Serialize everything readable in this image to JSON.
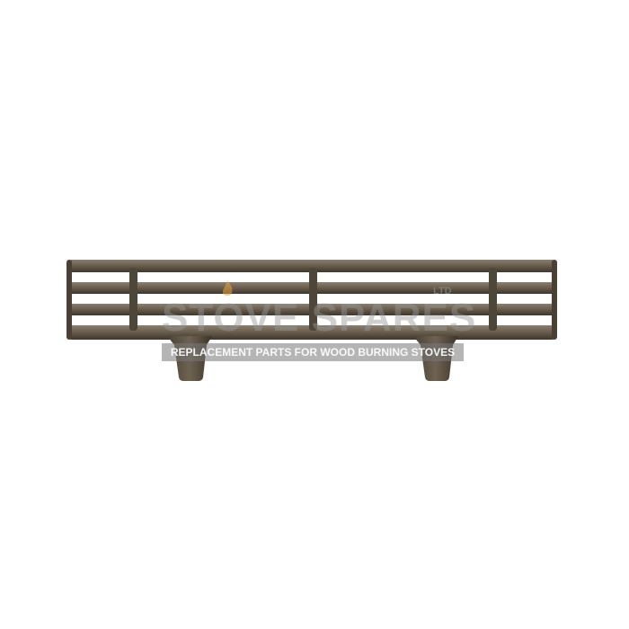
{
  "photo": {
    "subject": "cast-iron-fire-grate",
    "background_color": "#ffffff",
    "metal_color": "#5a5043",
    "metal_highlight": "#8a7f70"
  },
  "watermark": {
    "brand": "STOVE SPARES",
    "ltd": "LTD",
    "tagline": "REPLACEMENT PARTS FOR WOOD BURNING STOVES",
    "accent_color": "#e8a33c"
  }
}
